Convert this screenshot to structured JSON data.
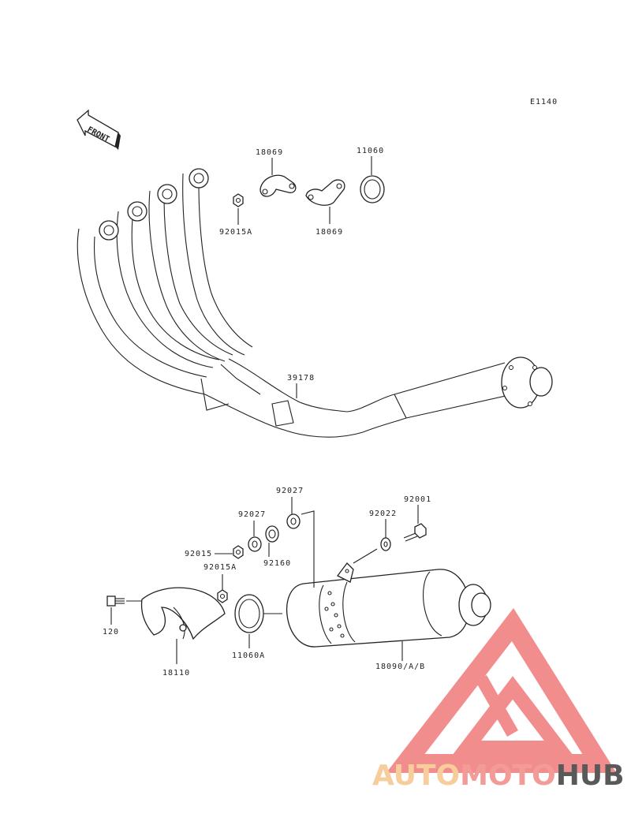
{
  "diagram": {
    "code": "E1140",
    "front_label": "FRONT",
    "labels": {
      "p18069_top": "18069",
      "p11060": "11060",
      "p92015A_top": "92015A",
      "p18069_bottom": "18069",
      "p39178": "39178",
      "p92027_a": "92027",
      "p92027_b": "92027",
      "p92001": "92001",
      "p92022": "92022",
      "p92015": "92015",
      "p92160": "92160",
      "p92015A_bottom": "92015A",
      "p120": "120",
      "p11060A": "11060A",
      "p18110": "18110",
      "p18090": "18090/A/B"
    }
  },
  "watermark": {
    "part1": "AUTO",
    "part2": "MOTO",
    "part3": "HUB",
    "colors": {
      "auto": "#f6c58b",
      "moto": "#f08a86",
      "hub": "#3d3d3d",
      "triangle": "#f07a7a"
    }
  }
}
